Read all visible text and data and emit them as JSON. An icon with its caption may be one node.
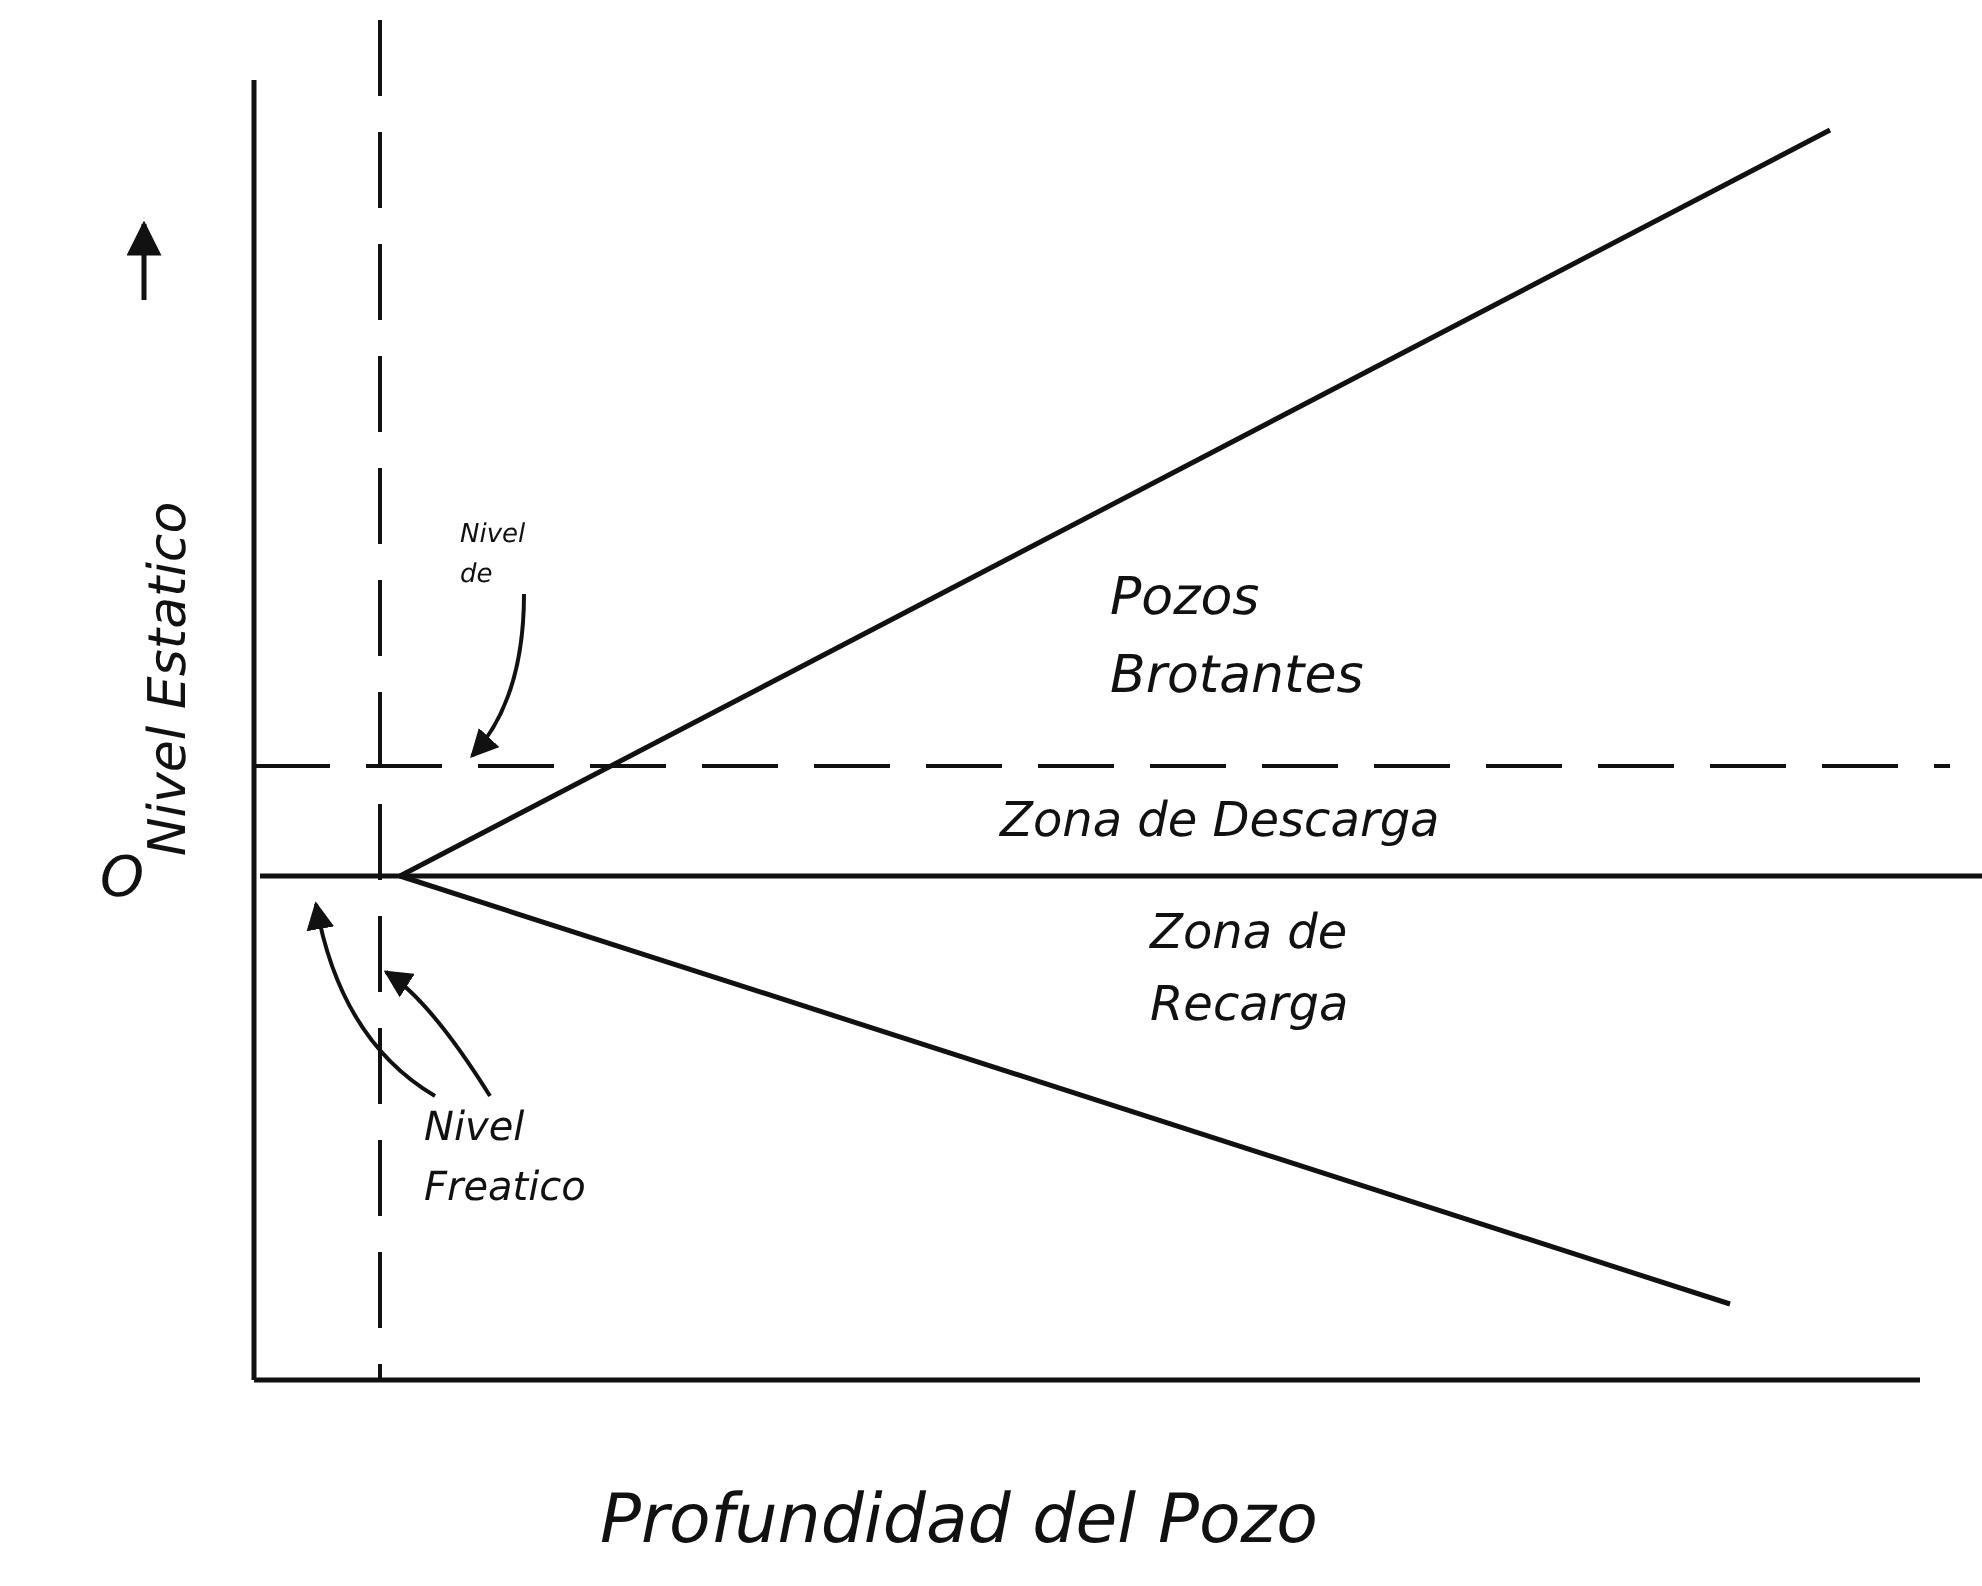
{
  "diagram": {
    "nodes": [
      {
        "text": [
          "Nivel de"
        ]
      },
      {
        "text": [
          "Nivel Freatico"
        ]
      }
    ],
    "edges": [
      {
        "from": 0,
        "to": null,
        "arrow": "to"
      },
      {
        "from": 1,
        "to": null,
        "arrow": "to"
      },
      {
        "from": 1,
        "to": null,
        "arrow": "to"
      }
    ],
    "labels": [
      "Pozos Brotantes",
      "Nivel Estatico",
      "O",
      "Zona de Descarga",
      "Zona de Recarga",
      "Profundidad del Pozo"
    ]
  }
}
